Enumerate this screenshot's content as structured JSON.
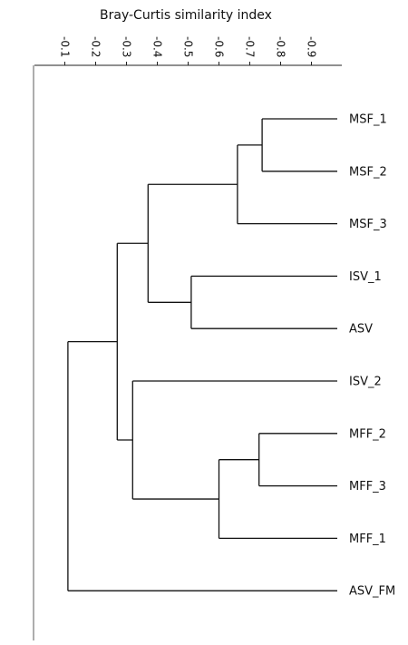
{
  "chart_data": {
    "type": "dendrogram",
    "xlabel": "Bray-Curtis similarity index",
    "ticks": [
      {
        "value": 0.1,
        "label": "-0.1"
      },
      {
        "value": 0.2,
        "label": "-0.2"
      },
      {
        "value": 0.3,
        "label": "-0.3"
      },
      {
        "value": 0.4,
        "label": "-0.4"
      },
      {
        "value": 0.5,
        "label": "-0.5"
      },
      {
        "value": 0.6,
        "label": "-0.6"
      },
      {
        "value": 0.7,
        "label": "-0.7"
      },
      {
        "value": 0.8,
        "label": "-0.8"
      },
      {
        "value": 0.9,
        "label": "-0.9"
      }
    ],
    "leaves": [
      "MSF_1",
      "MSF_2",
      "MSF_3",
      "ISV_1",
      "ASV",
      "ISV_2",
      "MFF_2",
      "MFF_3",
      "MFF_1",
      "ASV_FM"
    ],
    "merges": [
      {
        "children": [
          "MSF_1",
          "MSF_2"
        ],
        "similarity": 0.74
      },
      {
        "children": [
          [
            "MSF_1",
            "MSF_2"
          ],
          "MSF_3"
        ],
        "similarity": 0.66
      },
      {
        "children": [
          "ISV_1",
          "ASV"
        ],
        "similarity": 0.51
      },
      {
        "children": [
          [
            [
              "MSF_1",
              "MSF_2"
            ],
            "MSF_3"
          ],
          [
            "ISV_1",
            "ASV"
          ]
        ],
        "similarity": 0.37
      },
      {
        "children": [
          "MFF_2",
          "MFF_3"
        ],
        "similarity": 0.73
      },
      {
        "children": [
          [
            "MFF_2",
            "MFF_3"
          ],
          "MFF_1"
        ],
        "similarity": 0.6
      },
      {
        "children": [
          "ISV_2",
          [
            [
              "MFF_2",
              "MFF_3"
            ],
            "MFF_1"
          ]
        ],
        "similarity": 0.32
      },
      {
        "children": [
          [
            [
              [
                "MSF_1",
                "MSF_2"
              ],
              "MSF_3"
            ],
            [
              "ISV_1",
              "ASV"
            ]
          ],
          [
            "ISV_2",
            [
              [
                "MFF_2",
                "MFF_3"
              ],
              "MFF_1"
            ]
          ]
        ],
        "similarity": 0.27
      },
      {
        "children": [
          "all_other_leaves",
          "ASV_FM"
        ],
        "similarity": 0.11
      }
    ]
  }
}
